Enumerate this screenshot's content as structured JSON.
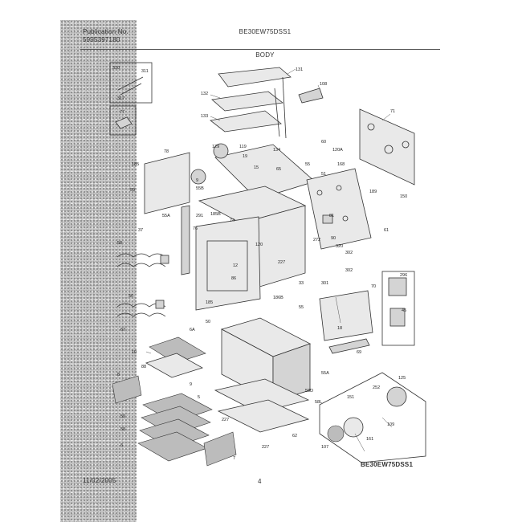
{
  "header": {
    "publication_label": "Publication No.",
    "publication_number": "5995397180",
    "model": "BE30EW75DSS1",
    "section": "BODY"
  },
  "footer": {
    "date": "11/02/2005",
    "page": "4",
    "model": "BE30EW75DSS1"
  },
  "diagram_labels": {
    "l131": "131",
    "l108": "108",
    "l132": "132",
    "l133": "133",
    "l71": "71",
    "l310": "310",
    "l311": "311",
    "l317": "317",
    "l77": "77",
    "l129": "129",
    "l119": "119",
    "l19": "19",
    "l134": "134",
    "l60": "60",
    "l120a": "120A",
    "l15": "15",
    "l55": "55",
    "l65": "65",
    "l168": "168",
    "l51": "51",
    "l150": "150",
    "l189": "189",
    "l61": "61",
    "l130": "130",
    "l125": "125",
    "l78": "78",
    "l55b": "55B",
    "l9": "9",
    "l291": "291",
    "l185b": "185B",
    "l74": "74",
    "l272": "272",
    "l90": "90",
    "l81": "81",
    "l55a": "55A",
    "l37": "37",
    "l76": "76",
    "l120": "120",
    "l320": "320",
    "l302": "302",
    "l227": "227",
    "l12": "12",
    "l86": "86",
    "l301": "301",
    "l33": "33",
    "l70": "70",
    "l296": "296",
    "l55bb": "55",
    "l185": "185",
    "l186b": "186B",
    "l50": "50",
    "l45": "45",
    "l58": "58",
    "l56": "56",
    "l67": "67",
    "l18": "18",
    "l185c": "185",
    "l6a": "6A",
    "l10": "10",
    "l88": "88",
    "l59": "59",
    "l8": "8",
    "l5": "5",
    "l55bottom": "55A",
    "l58d": "58D",
    "l59b": "59",
    "l125b": "125",
    "l252": "252",
    "l151": "151",
    "l109": "109",
    "l107": "107",
    "l161": "161",
    "l227b": "227",
    "l227c": "227",
    "l62": "62",
    "l6": "6",
    "l69": "69",
    "l7": "7",
    "l581": "58L"
  }
}
